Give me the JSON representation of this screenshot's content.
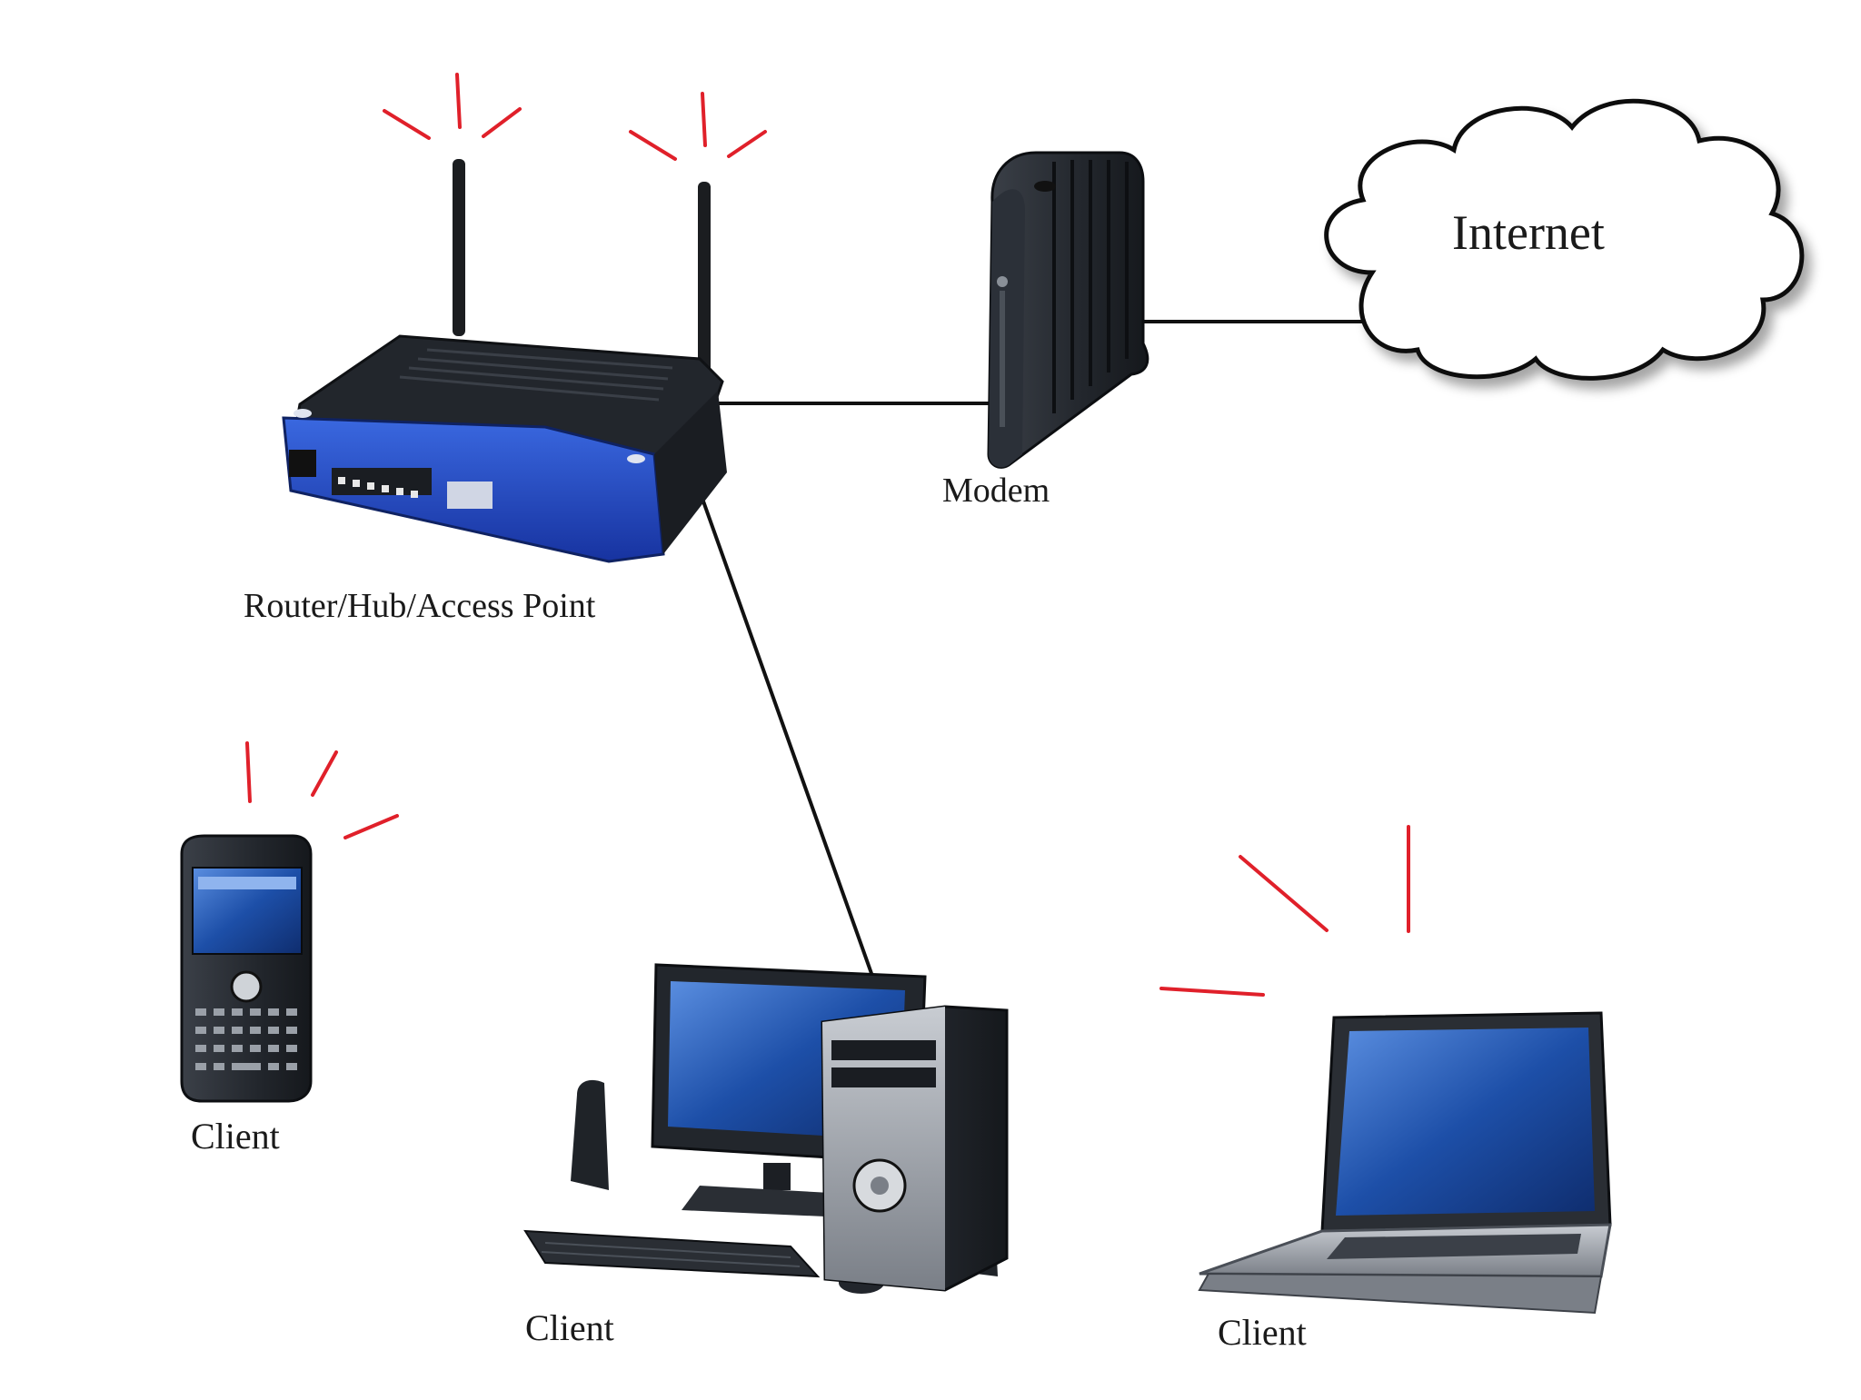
{
  "nodes": {
    "internet": {
      "label": "Internet"
    },
    "modem": {
      "label": "Modem"
    },
    "router": {
      "label": "Router/Hub/Access Point"
    },
    "phone": {
      "label": "Client"
    },
    "desktop": {
      "label": "Client"
    },
    "laptop": {
      "label": "Client"
    }
  },
  "connections": [
    {
      "from": "internet",
      "to": "modem",
      "type": "wired"
    },
    {
      "from": "modem",
      "to": "router",
      "type": "wired"
    },
    {
      "from": "router",
      "to": "desktop",
      "type": "wired"
    },
    {
      "from": "router",
      "to": "phone",
      "type": "wireless"
    },
    {
      "from": "router",
      "to": "laptop",
      "type": "wireless"
    }
  ],
  "colors": {
    "signal": "#e0202a",
    "router_body": "#1f47b8",
    "device_dark": "#262a30",
    "line": "#111111"
  },
  "icons": {
    "internet": "cloud-icon",
    "modem": "modem-icon",
    "router": "wireless-router-icon",
    "phone": "smartphone-icon",
    "desktop": "desktop-computer-icon",
    "laptop": "laptop-icon"
  }
}
